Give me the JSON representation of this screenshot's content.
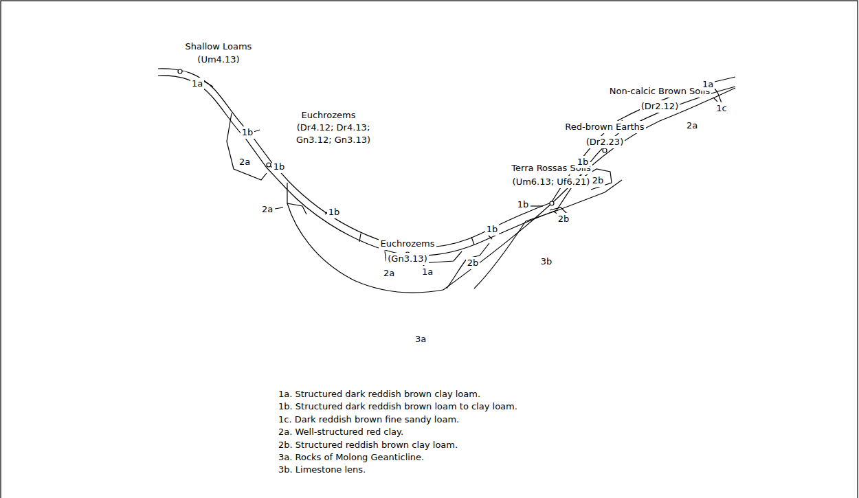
{
  "diagram": {
    "labels": [
      "Shallow Loams",
      "(Um4.13)",
      "1a",
      "Euchrozems",
      "(Dr4.12; Dr4.13; Gn3.12; Gn3.13)",
      "1b",
      "2a",
      "1b",
      "2a",
      "1b",
      "Euchrozems",
      "(Gn3.13)",
      "2a",
      "1a",
      "2b",
      "1b",
      "Terra Rossas Soils",
      "(Um6.13; Uf6.21)",
      "1b",
      "2b",
      "3b",
      "Red-brown Earths",
      "(Dr2.23)",
      "1b",
      "2b",
      "Non-calcic Brown Soils",
      "(Dr2.12)",
      "1a",
      "2a",
      "1c",
      "3a",
      "1a. Structured dark reddish brown clay loam.",
      "1b. Structured dark reddish brown loam to clay loam.",
      "1c. Dark reddish brown fine sandy loam.",
      "2a. Well-structured red clay.",
      "2b. Structured reddish brown clay loam.",
      "3a. Rocks of Molong Geanticline.",
      "3b. Limestone lens."
    ]
  }
}
